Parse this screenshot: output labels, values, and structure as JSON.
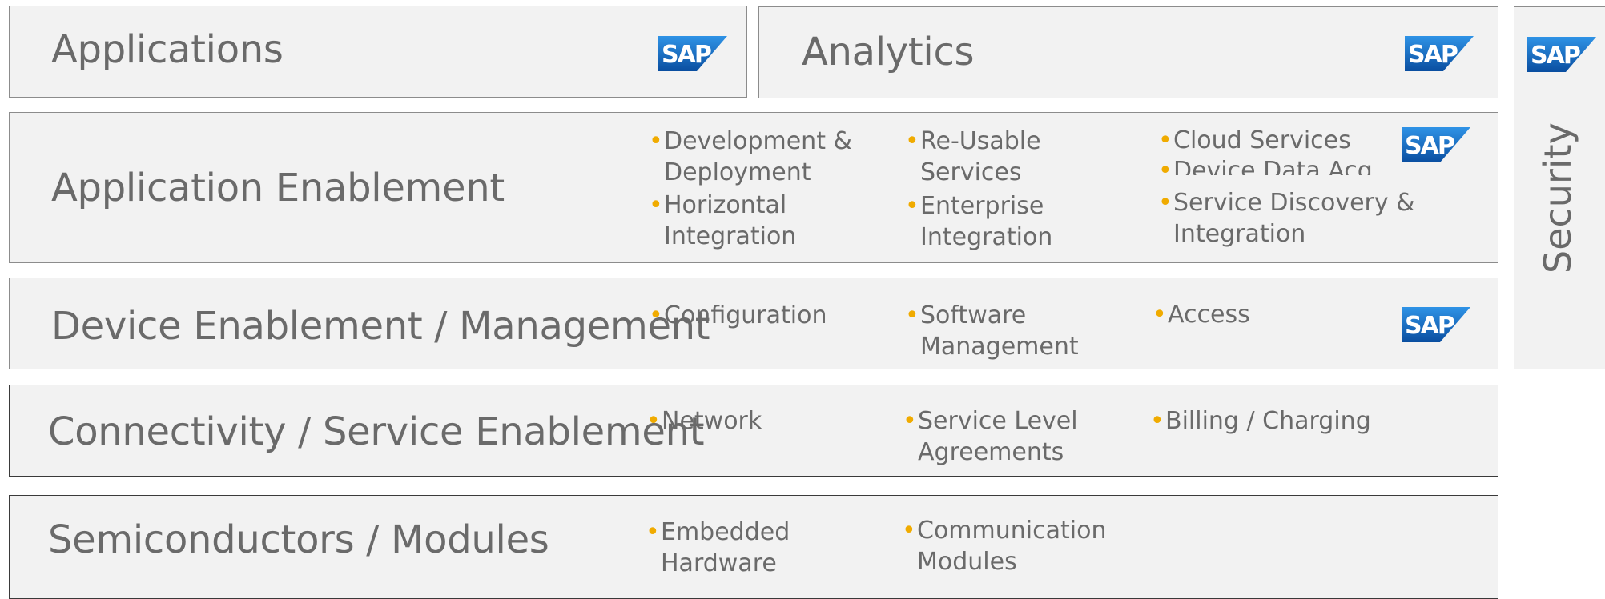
{
  "layers": {
    "applications": {
      "title": "Applications"
    },
    "analytics": {
      "title": "Analytics"
    },
    "security": {
      "title": "Security"
    },
    "application_enablement": {
      "title": "Application Enablement",
      "items": [
        [
          "Development &",
          "Deployment"
        ],
        [
          "Horizontal",
          "Integration"
        ],
        [
          "Re-Usable",
          "Services"
        ],
        [
          "Enterprise",
          "Integration"
        ],
        [
          "Cloud Services"
        ],
        [
          "Device Data Acq."
        ],
        [
          "Service Discovery &",
          "Integration"
        ]
      ]
    },
    "device_enablement": {
      "title": "Device Enablement / Management",
      "items": [
        [
          "Configuration"
        ],
        [
          "Software",
          "Management"
        ],
        [
          "Access"
        ]
      ]
    },
    "connectivity": {
      "title": "Connectivity / Service Enablement",
      "items": [
        [
          "Network"
        ],
        [
          "Service Level",
          "Agreements"
        ],
        [
          "Billing / Charging"
        ]
      ]
    },
    "semiconductors": {
      "title": "Semiconductors / Modules",
      "items": [
        [
          "Embedded",
          "Hardware"
        ],
        [
          "Communication",
          "Modules"
        ]
      ]
    }
  },
  "logo": {
    "text": "SAP",
    "icon": "sap-logo-icon",
    "color_top": "#1b7ed8",
    "color_bottom": "#0a4fa0"
  },
  "colors": {
    "bullet": "#f0ab00",
    "box_fill": "#f2f2f2",
    "text": "#6a6a6a"
  }
}
